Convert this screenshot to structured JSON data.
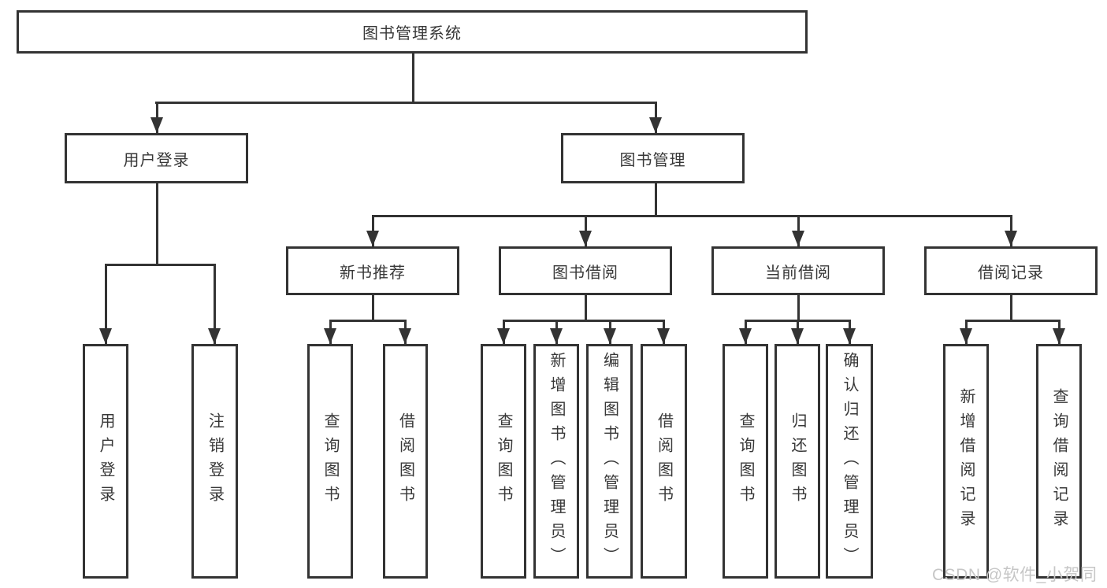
{
  "tree": {
    "root": {
      "label": "图书管理系统"
    },
    "children": [
      {
        "label": "用户登录",
        "children": [
          {
            "label": "用户登录"
          },
          {
            "label": "注销登录"
          }
        ]
      },
      {
        "label": "图书管理",
        "children": [
          {
            "label": "新书推荐",
            "children": [
              {
                "label": "查询图书"
              },
              {
                "label": "借阅图书"
              }
            ]
          },
          {
            "label": "图书借阅",
            "children": [
              {
                "label": "查询图书"
              },
              {
                "label": "新增图书（管理员）"
              },
              {
                "label": "编辑图书（管理员）"
              },
              {
                "label": "借阅图书"
              }
            ]
          },
          {
            "label": "当前借阅",
            "children": [
              {
                "label": "查询图书"
              },
              {
                "label": "归还图书"
              },
              {
                "label": "确认归还（管理员）"
              }
            ]
          },
          {
            "label": "借阅记录",
            "children": [
              {
                "label": "新增借阅记录"
              },
              {
                "label": "查询借阅记录"
              }
            ]
          }
        ]
      }
    ]
  },
  "watermark": {
    "text": "CSDN @软件_小贺同学"
  },
  "colors": {
    "line": "#333333",
    "text": "#383838",
    "background": "#ffffff",
    "watermark": "#c6c6c6"
  }
}
